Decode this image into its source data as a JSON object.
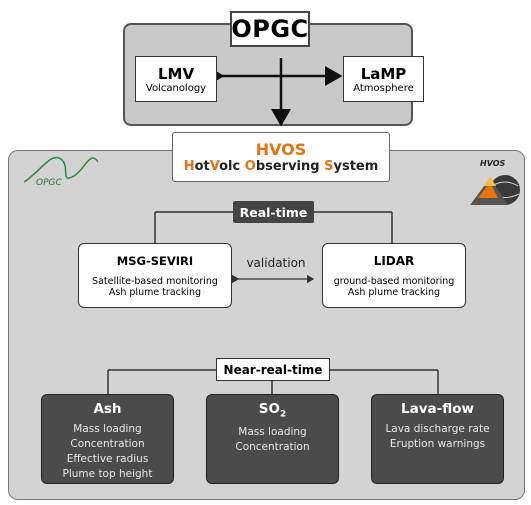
{
  "top": {
    "opgc": "OPGC",
    "lmv": {
      "title": "LMV",
      "sub": "Volcanology"
    },
    "lamp": {
      "title": "LaMP",
      "sub": "Atmosphere"
    }
  },
  "hvos": {
    "title": "HVOS",
    "full_parts": [
      {
        "text": "H",
        "accent": true
      },
      {
        "text": "ot",
        "accent": false
      },
      {
        "text": "V",
        "accent": true
      },
      {
        "text": "olc ",
        "accent": false
      },
      {
        "text": "O",
        "accent": true
      },
      {
        "text": "bserving ",
        "accent": false
      },
      {
        "text": "S",
        "accent": true
      },
      {
        "text": "ystem",
        "accent": false
      }
    ],
    "logo_right": "HVOS"
  },
  "realtime": {
    "label": "Real-time",
    "validation": "validation",
    "left": {
      "title": "MSG-SEVIRI",
      "lines": [
        "Satellite-based monitoring",
        "Ash plume tracking"
      ]
    },
    "right": {
      "title": "LIDAR",
      "lines": [
        "ground-based monitoring",
        "Ash plume tracking"
      ]
    }
  },
  "nrt": {
    "label": "Near-real-time",
    "boxes": [
      {
        "title": "Ash",
        "lines": [
          "Mass loading",
          "Concentration",
          "Effective radius",
          "Plume top height"
        ]
      },
      {
        "title": "SO",
        "title_sub": "2",
        "lines": [
          "Mass loading",
          "Concentration"
        ]
      },
      {
        "title": "Lava-flow",
        "lines": [
          "Lava discharge rate",
          "Eruption warnings"
        ]
      }
    ]
  },
  "colors": {
    "accent": "#e8720c",
    "dark_box": "#4b4b4b",
    "panel": "#d3d3d3"
  }
}
